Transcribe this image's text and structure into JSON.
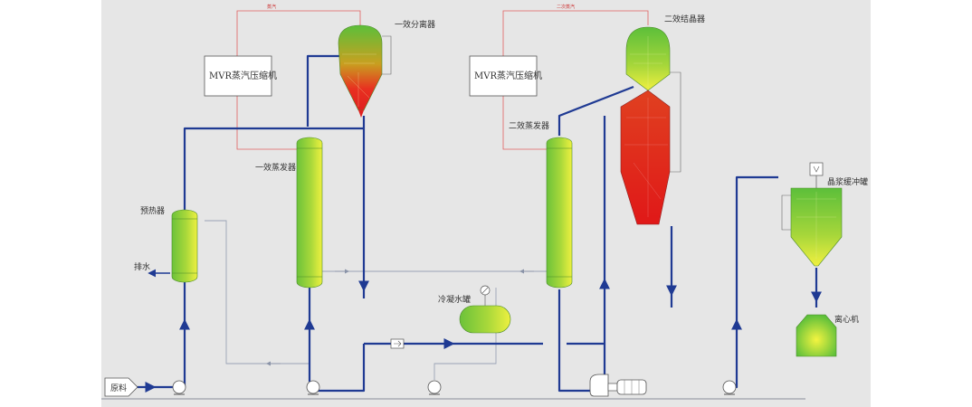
{
  "labels": {
    "compressor_1": "MVR蒸汽压缩机",
    "compressor_2": "MVR蒸汽压缩机",
    "separator_1": "一效分离器",
    "crystallizer_2": "二效结晶器",
    "evaporator_1": "一效蒸发器",
    "evaporator_2": "二效蒸发器",
    "preheater": "预热器",
    "drain": "排水",
    "condensate_tank": "冷凝水罐",
    "slurry_tank": "晶浆缓冲罐",
    "centrifuge": "离心机",
    "feed": "原料",
    "vapor_note_1": "蒸汽",
    "vapor_note_2": "二次蒸汽"
  },
  "colors": {
    "background": "#e6e6e6",
    "main_line": "#1f3a93",
    "secondary_line": "#9aa3b5",
    "vapor_line": "#e06060",
    "equipment_green": "#7bc83a",
    "equipment_yellow": "#e8f040",
    "equipment_red": "#e02020"
  }
}
